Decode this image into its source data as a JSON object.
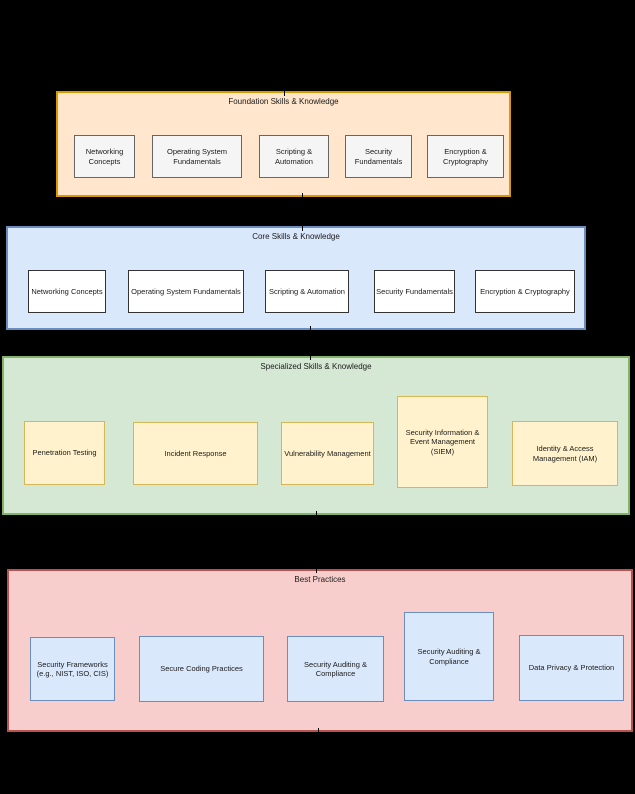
{
  "diagram": {
    "background": "#000000",
    "sections": [
      {
        "title": "Foundation Skills & Knowledge",
        "fill": "#ffe6cc",
        "border": "#d79b00",
        "item_fill": "#f5f5f5",
        "item_border": "#666666",
        "items": [
          "Networking Concepts",
          "Operating System Fundamentals",
          "Scripting & Automation",
          "Security Fundamentals",
          "Encryption & Cryptography"
        ]
      },
      {
        "title": "Core Skills & Knowledge",
        "fill": "#dae8fc",
        "border": "#6c8ebf",
        "item_fill": "#ffffff",
        "item_border": "#333333",
        "items": [
          "Networking Concepts",
          "Operating System Fundamentals",
          "Scripting & Automation",
          "Security Fundamentals",
          "Encryption & Cryptography"
        ]
      },
      {
        "title": "Specialized Skills & Knowledge",
        "fill": "#d5e8d4",
        "border": "#82b366",
        "item_fill": "#fff2cc",
        "item_border": "#d6b656",
        "items": [
          "Penetration Testing",
          "Incident Response",
          "Vulnerability Management",
          "Security Information & Event Management (SIEM)",
          "Identity & Access Management (IAM)"
        ]
      },
      {
        "title": "Best Practices",
        "fill": "#f8cecc",
        "border": "#b85450",
        "item_fill": "#dae8fc",
        "item_border": "#6c8ebf",
        "items": [
          "Security Frameworks (e.g., NIST, ISO, CIS)",
          "Secure Coding Practices",
          "Security Auditing & Compliance",
          "Security Auditing & Compliance",
          "Data Privacy & Protection"
        ]
      }
    ]
  }
}
